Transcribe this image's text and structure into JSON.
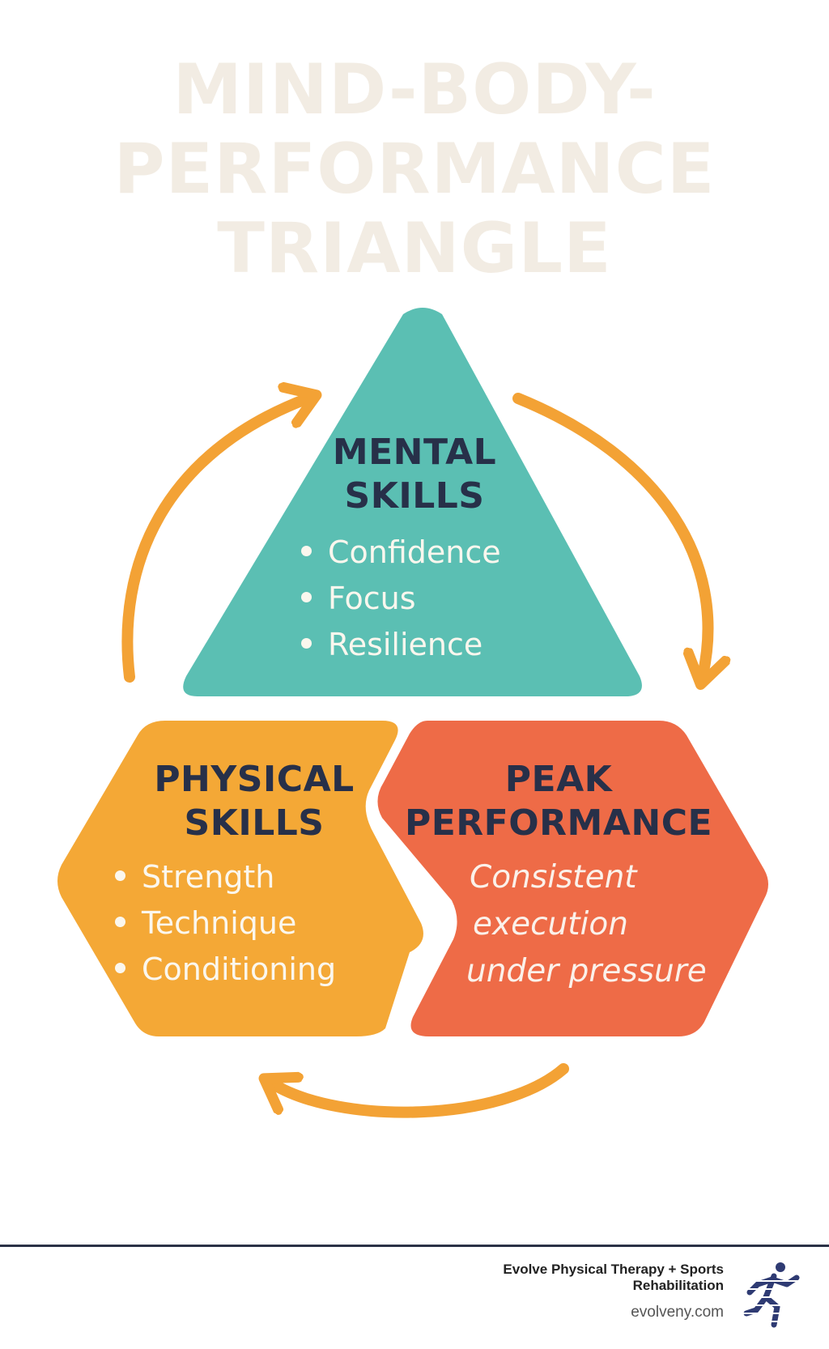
{
  "title": {
    "line1": "MIND-BODY-",
    "line2": "PERFORMANCE",
    "line3": "TRIANGLE"
  },
  "mental": {
    "heading_line1": "MENTAL",
    "heading_line2": "SKILLS",
    "items": [
      "Confidence",
      "Focus",
      "Resilience"
    ],
    "color": "#5bbfb3"
  },
  "physical": {
    "heading_line1": "PHYSICAL",
    "heading_line2": "SKILLS",
    "items": [
      "Strength",
      "Technique",
      "Conditioning"
    ],
    "color": "#f4a836"
  },
  "peak": {
    "heading_line1": "PEAK",
    "heading_line2": "PERFORMANCE",
    "description": [
      "Consistent",
      "execution",
      "under pressure"
    ],
    "color": "#ee6b47"
  },
  "arrows": {
    "color": "#f3a235",
    "icon": "cycle-arrows"
  },
  "footer": {
    "org_line1": "Evolve Physical Therapy + Sports",
    "org_line2": "Rehabilitation",
    "website": "evolveny.com",
    "logo": "running-figure-logo"
  }
}
